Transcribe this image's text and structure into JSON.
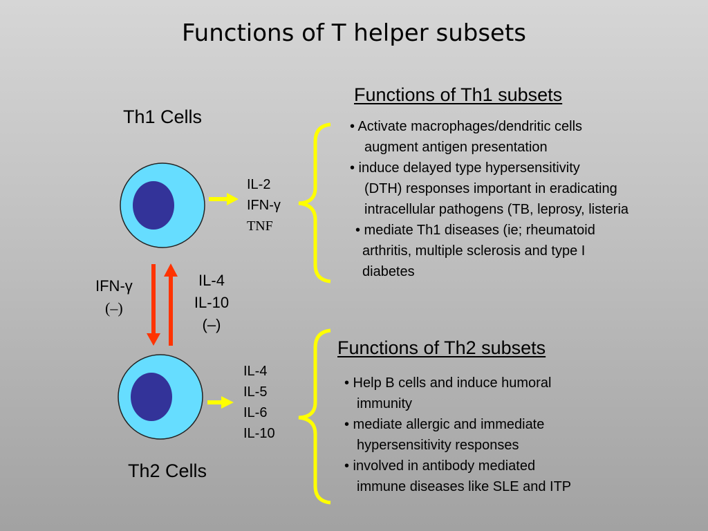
{
  "title": "Functions of T helper subsets",
  "th1": {
    "label": "Th1 Cells",
    "cytokines": [
      "IL-2",
      "IFN-γ",
      "TNF"
    ],
    "heading": "Functions of Th1 subsets",
    "lines": [
      "• Activate macrophages/dendritic cells",
      "augment antigen presentation",
      "• induce delayed type hypersensitivity",
      "(DTH) responses important in eradicating",
      "intracellular pathogens (TB, leprosy, listeria",
      "• mediate Th1 diseases (ie; rheumatoid",
      "arthritis, multiple sclerosis and type I",
      "diabetes"
    ]
  },
  "th2": {
    "label": "Th2 Cells",
    "cytokines": [
      "IL-4",
      "IL-5",
      "IL-6",
      "IL-10"
    ],
    "heading": "Functions of Th2 subsets",
    "lines": [
      "• Help B cells and induce humoral",
      "immunity",
      "• mediate allergic and immediate",
      "hypersensitivity responses",
      "• involved in antibody mediated",
      "immune diseases like SLE and  ITP"
    ]
  },
  "regulation": {
    "left": [
      "IFN-γ",
      "(–)"
    ],
    "right": [
      "IL-4",
      "IL-10",
      "(–)"
    ]
  },
  "colors": {
    "cell_body": "#66ddff",
    "nucleus": "#333399",
    "bracket": "#ffff00",
    "small_arrow": "#ffff00",
    "reg_arrow": "#ff3300"
  }
}
